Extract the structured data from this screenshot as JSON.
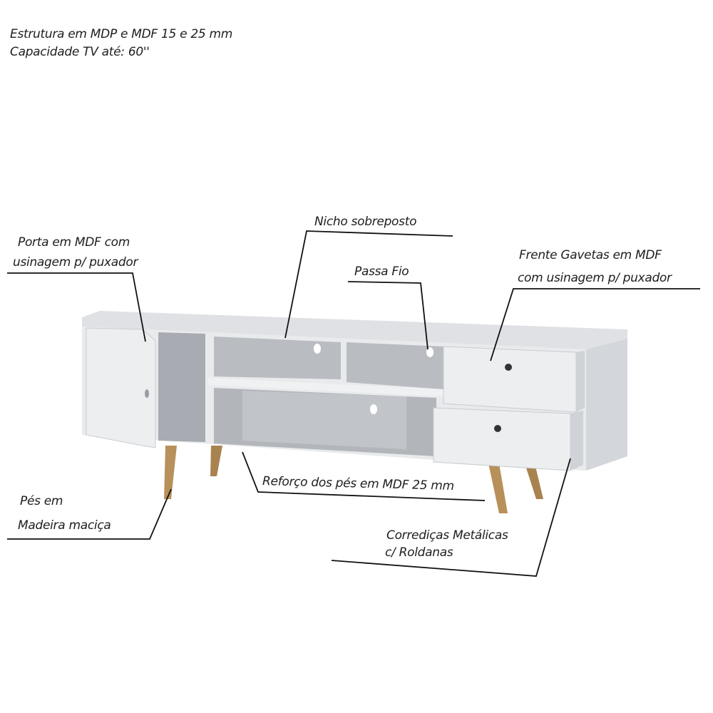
{
  "header": {
    "line1": "Estrutura em MDP e MDF 15 e 25 mm",
    "line2": "Capacidade TV até: 60''"
  },
  "callouts": {
    "nicho": "Nicho sobreposto",
    "porta_1": "Porta em MDF com",
    "porta_2": "usinagem p/ puxador",
    "passa_fio": "Passa Fio",
    "gavetas_1": "Frente Gavetas em MDF",
    "gavetas_2": "com usinagem p/ puxador",
    "reforco": "Reforço dos pés em MDF 25 mm",
    "pes_1": "Pés em",
    "pes_2": "Madeira maciça",
    "corredicas_1": "Corrediças Metálicas",
    "corredicas_2": "c/ Roldanas"
  },
  "colors": {
    "body": "#e6e8eb",
    "shade": "#c3c6cb",
    "wood": "#b8905a",
    "line": "#111111"
  }
}
